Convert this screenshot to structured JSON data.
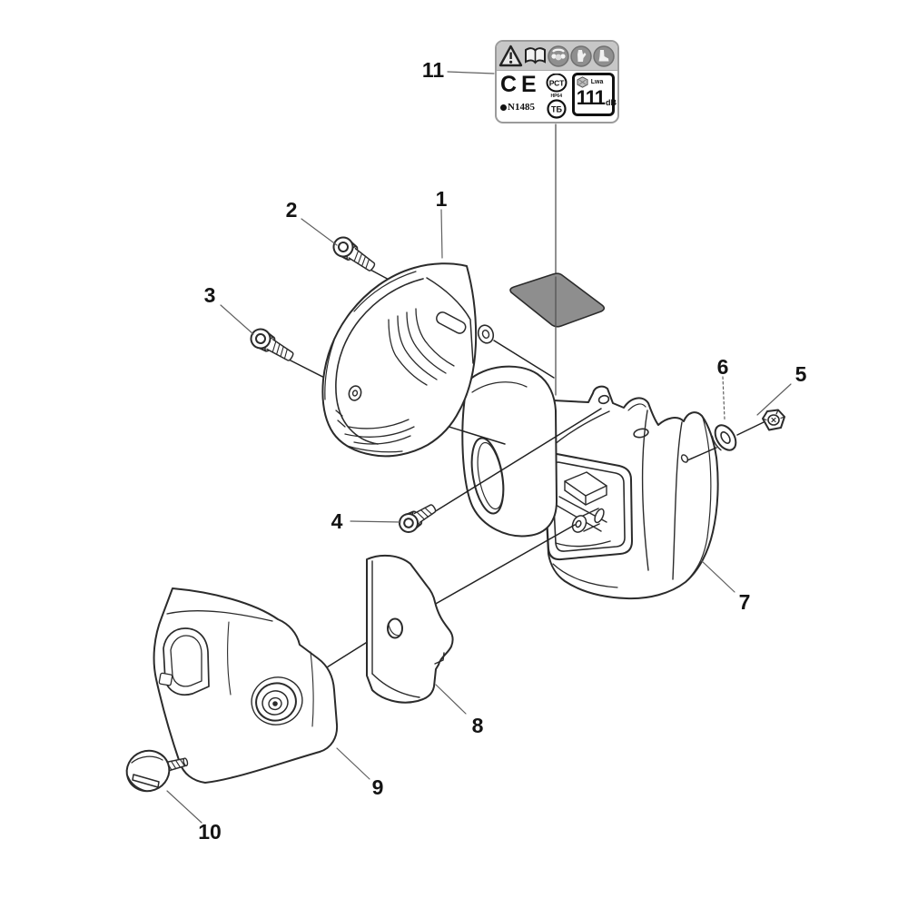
{
  "page": {
    "background": "#ffffff",
    "line_color": "#2b2b2b",
    "leader_color": "#606060"
  },
  "callouts": [
    "1",
    "2",
    "3",
    "4",
    "5",
    "6",
    "7",
    "8",
    "9",
    "10",
    "11"
  ],
  "decal": {
    "fill": "#8e8e8e"
  },
  "label_sticker": {
    "ce": "CE",
    "approval": "N1485",
    "gost_r": "РСТ",
    "gost_r_code": "HP64",
    "stb": "ТБ",
    "lwa": "Lwa",
    "noise_value": "111",
    "noise_unit": "dB",
    "strip_bg": "#c7c7c7",
    "icon_circle_fill": "#8f8f8f",
    "icons": [
      "warning-triangle",
      "manual-book",
      "ear-protection",
      "protective-gloves",
      "protective-boots"
    ]
  }
}
